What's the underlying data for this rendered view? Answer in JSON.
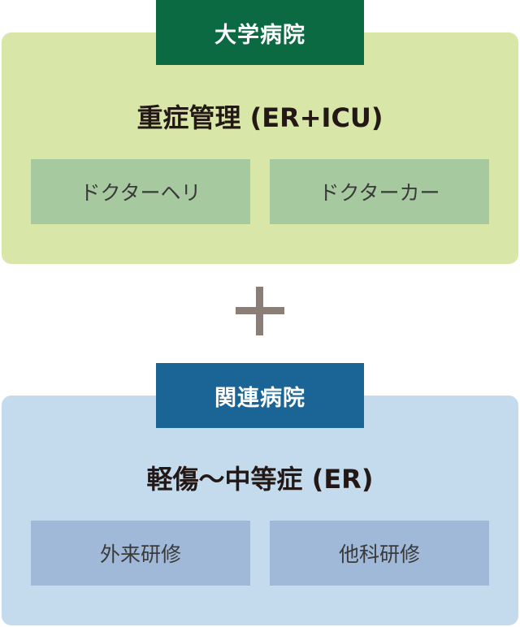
{
  "university": {
    "tag": "大学病院",
    "title": "重症管理 (ER+ICU)",
    "items": [
      "ドクターヘリ",
      "ドクターカー"
    ]
  },
  "related": {
    "tag": "関連病院",
    "title": "軽傷〜中等症 (ER)",
    "items": [
      "外来研修",
      "他科研修"
    ]
  },
  "colors": {
    "university_tag": "#0b6a42",
    "university_panel": "#d8e6a8",
    "university_chip": "#a7c99f",
    "related_tag": "#1b6596",
    "related_panel": "#c3dbed",
    "related_chip": "#a0b9d8",
    "plus": "#8a7e76"
  }
}
